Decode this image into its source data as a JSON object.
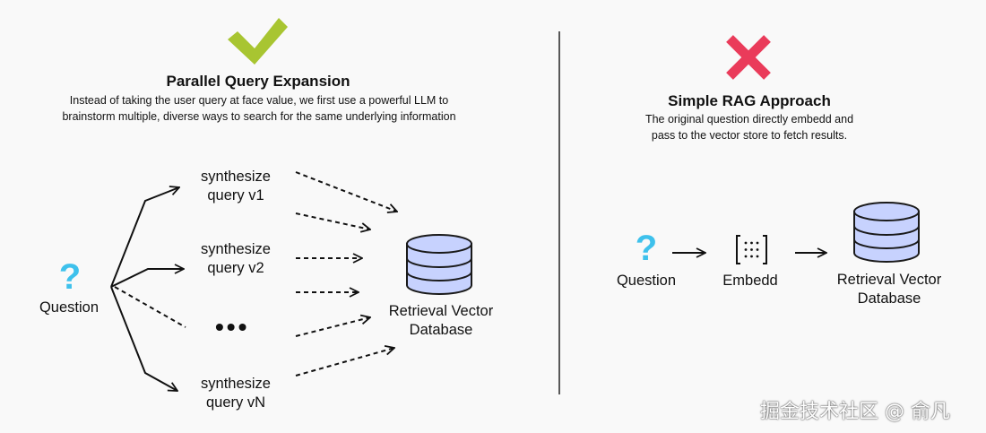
{
  "left": {
    "title": "Parallel Query Expansion",
    "description": "Instead of taking the user query at face value, we first use a powerful LLM to\nbrainstorm multiple, diverse ways to search for the same underlying information",
    "question_label": "Question",
    "queries": [
      "synthesize\nquery v1",
      "synthesize\nquery v2",
      "synthesize\nquery vN"
    ],
    "ellipsis": "•••",
    "database_label": "Retrieval Vector\nDatabase",
    "status_icon": "checkmark-icon"
  },
  "right": {
    "title": "Simple RAG Approach",
    "description": "The original question directly embedd and\npass to the vector store to fetch results.",
    "question_label": "Question",
    "embed_label": "Embedd",
    "database_label": "Retrieval Vector\nDatabase",
    "status_icon": "cross-icon"
  },
  "question_mark": "?",
  "watermark": "掘金技术社区 @ 俞凡",
  "colors": {
    "check": "#a8c531",
    "cross": "#ea3b5a",
    "question": "#3ec1ec",
    "db_fill": "#c7d2fe",
    "db_stroke": "#1a1a1a"
  }
}
